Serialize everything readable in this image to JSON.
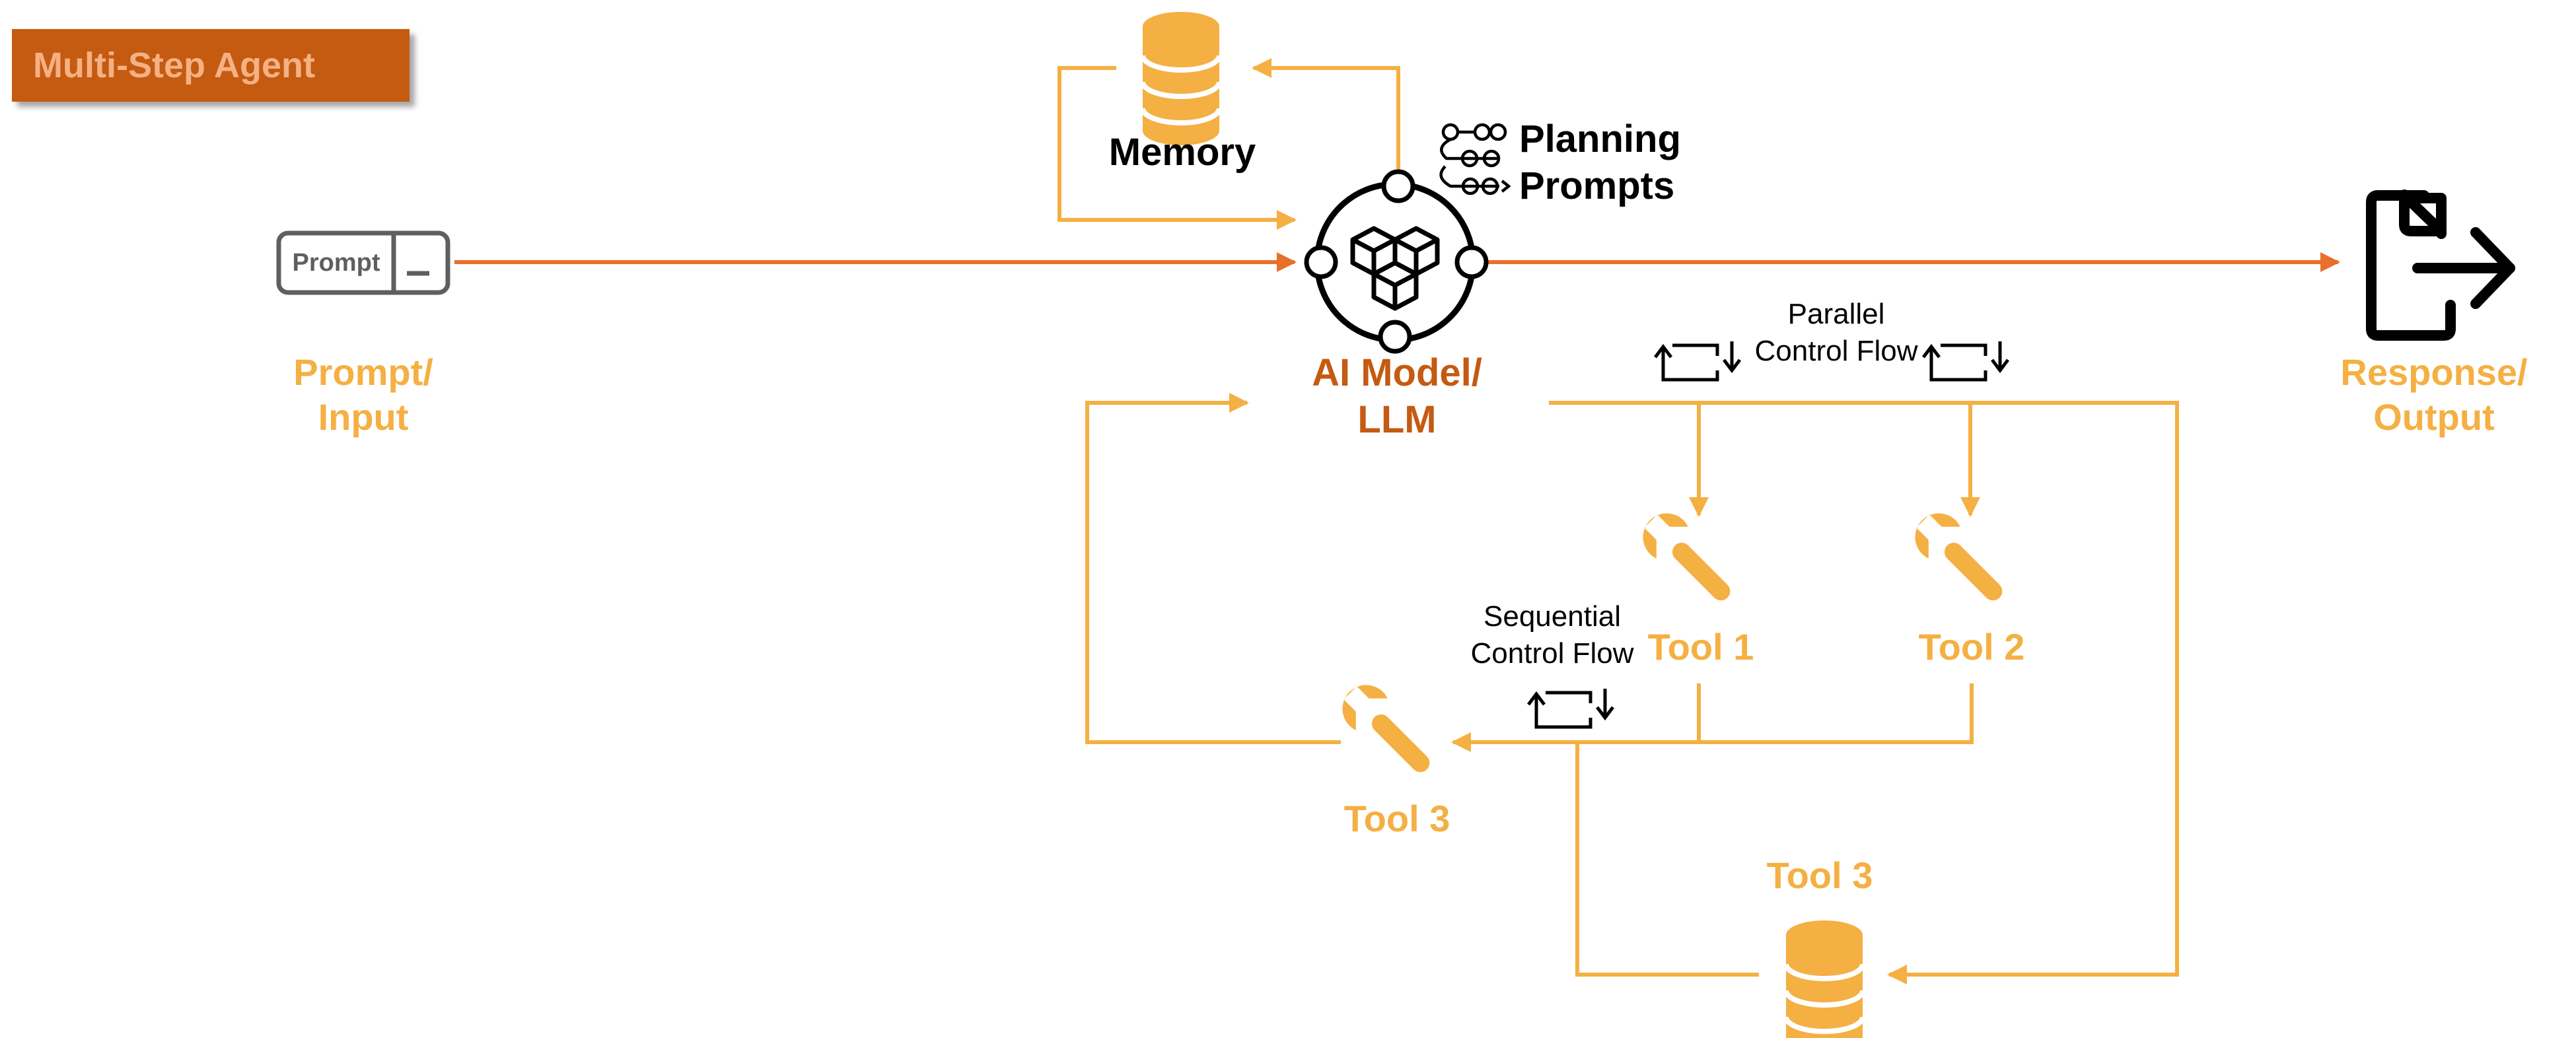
{
  "title": "Multi-Step Agent",
  "prompt_chip": {
    "text": "Prompt"
  },
  "prompt_label": [
    "Prompt/",
    "Input"
  ],
  "memory_label": "Memory",
  "planning_label": [
    "Planning",
    "Prompts"
  ],
  "model_label": [
    "AI Model/",
    "LLM"
  ],
  "response_label": [
    "Response/",
    "Output"
  ],
  "parallel_label": [
    "Parallel",
    "Control Flow"
  ],
  "sequential_label": [
    "Sequential",
    "Control Flow"
  ],
  "tool1_label": "Tool 1",
  "tool2_label": "Tool 2",
  "tool3_label": "Tool 3",
  "tool3_db_label": "Tool 3",
  "colors": {
    "line_orange": "#F4B043",
    "arrow_red_orange": "#E8702A",
    "title_bg": "#C55A11",
    "title_text": "#F4B183",
    "model_label": "#C55A11"
  },
  "icons": {
    "database": "database-icon",
    "wrench": "wrench-icon",
    "document_export": "document-export-icon",
    "model": "cube-network-icon",
    "cycle": "cycle-arrows-icon",
    "planning": "flow-nodes-icon"
  }
}
